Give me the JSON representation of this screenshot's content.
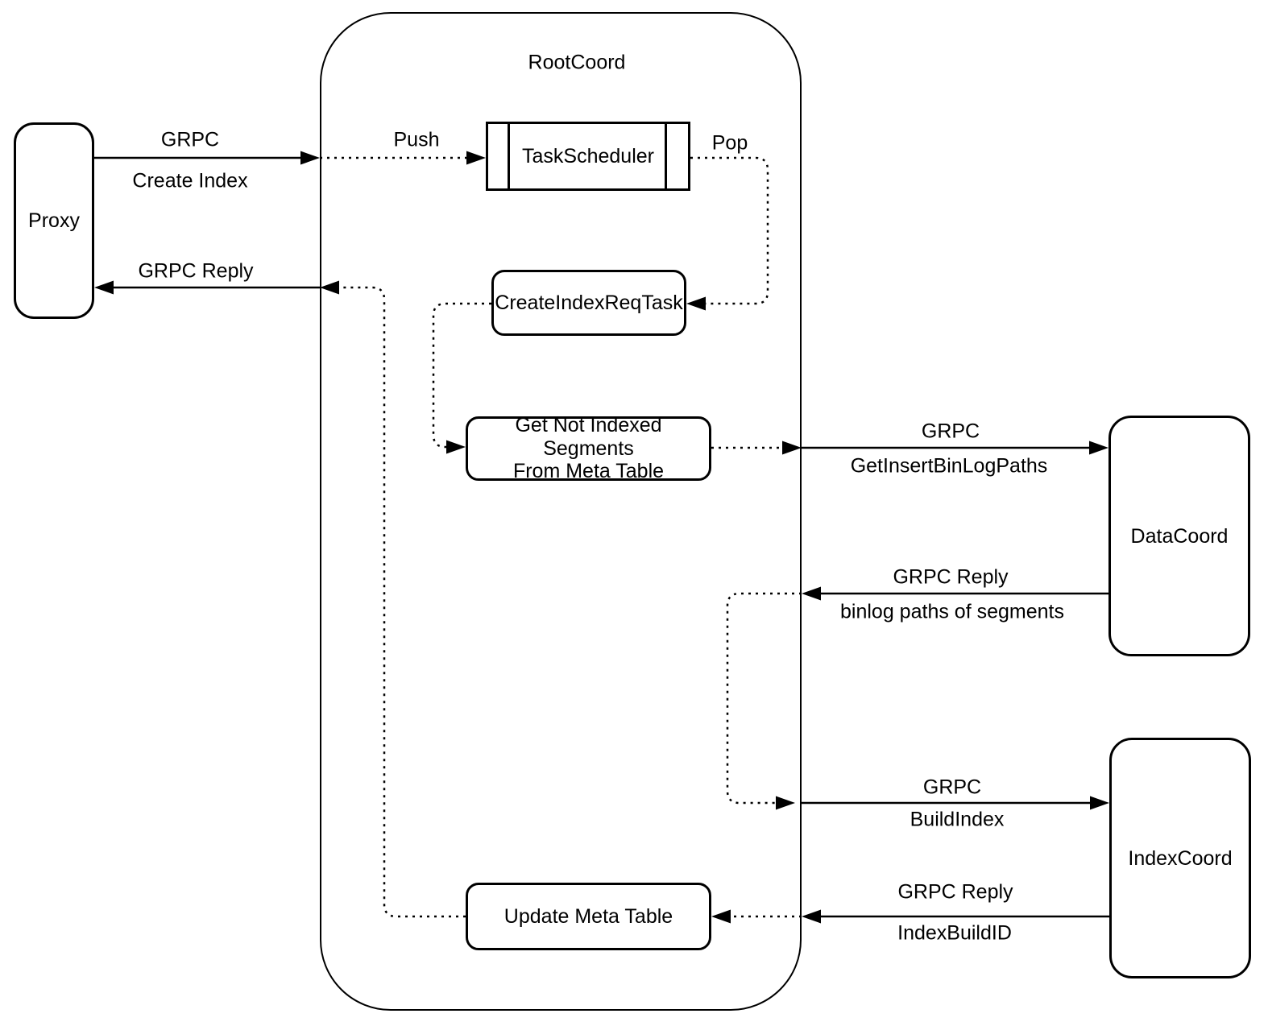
{
  "diagram": {
    "colors": {
      "stroke": "#000000",
      "background": "#ffffff"
    },
    "nodes": {
      "proxy": {
        "label": "Proxy"
      },
      "rootcoord": {
        "label": "RootCoord"
      },
      "task_scheduler": {
        "label": "TaskScheduler"
      },
      "create_index_req_task": {
        "label": "CreateIndexReqTask"
      },
      "get_not_indexed_segments": {
        "line1": "Get Not Indexed Segments",
        "line2": "From Meta Table"
      },
      "update_meta_table": {
        "label": "Update Meta Table"
      },
      "datacoord": {
        "label": "DataCoord"
      },
      "indexcoord": {
        "label": "IndexCoord"
      }
    },
    "edges": {
      "proxy_to_rootcoord": {
        "protocol": "GRPC",
        "message": "Create Index"
      },
      "push": {
        "label": "Push"
      },
      "pop": {
        "label": "Pop"
      },
      "rootcoord_to_proxy": {
        "label": "GRPC Reply"
      },
      "get_insert_binlog_paths": {
        "protocol": "GRPC",
        "message": "GetInsertBinLogPaths"
      },
      "binlog_reply": {
        "protocol": "GRPC Reply",
        "message": "binlog paths of segments"
      },
      "build_index": {
        "protocol": "GRPC",
        "message": "BuildIndex"
      },
      "index_build_reply": {
        "protocol": "GRPC Reply",
        "message": "IndexBuildID"
      }
    }
  }
}
